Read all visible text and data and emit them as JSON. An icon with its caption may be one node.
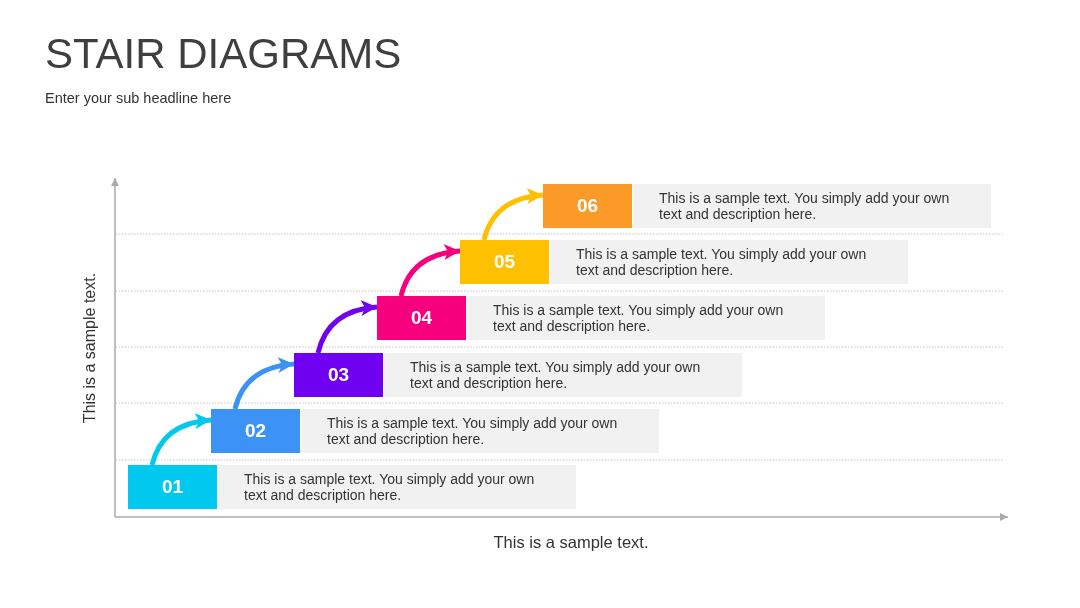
{
  "diagram": {
    "title": "STAIR DIAGRAMS",
    "nodes": [
      {
        "text": [
          "01"
        ]
      },
      {
        "text": [
          "This is a sample text. You simply add your own text and description here."
        ]
      },
      {
        "text": [
          "02"
        ]
      },
      {
        "text": [
          "This is a sample text. You simply add your own text and description here."
        ]
      },
      {
        "text": [
          "03"
        ]
      },
      {
        "text": [
          "This is a sample text. You simply add your own text and description here."
        ]
      },
      {
        "text": [
          "04"
        ]
      },
      {
        "text": [
          "This is a sample text. You simply add your own text and description here."
        ]
      },
      {
        "text": [
          "05"
        ]
      },
      {
        "text": [
          "This is a sample text. You simply add your own text and description here."
        ]
      },
      {
        "text": [
          "06"
        ]
      },
      {
        "text": [
          "This is a sample text. You simply add your own text and description here."
        ]
      }
    ],
    "edges": [
      {
        "from": 0,
        "to": 2,
        "arrow": "to",
        "color": "#00c8ee"
      },
      {
        "from": 2,
        "to": 4,
        "arrow": "to",
        "color": "#3d93f5"
      },
      {
        "from": 4,
        "to": 6,
        "arrow": "to",
        "color": "#7000f0"
      },
      {
        "from": 6,
        "to": 8,
        "arrow": "to",
        "color": "#f7007e"
      },
      {
        "from": 8,
        "to": 10,
        "arrow": "to",
        "color": "#ffc000"
      }
    ],
    "labels": [
      "Enter your sub headline here",
      "This is a sample text.",
      "This is a sample text."
    ]
  }
}
